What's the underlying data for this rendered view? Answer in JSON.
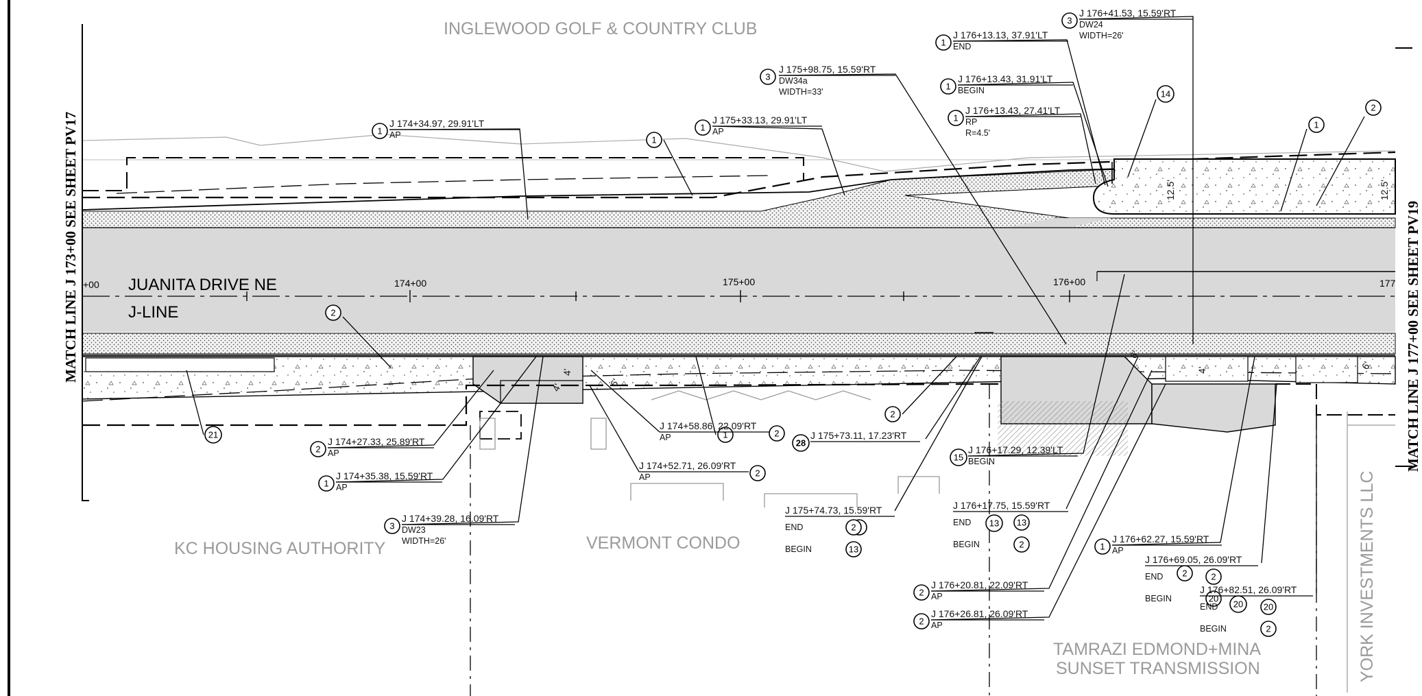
{
  "properties": {
    "north": "INGLEWOOD GOLF & COUNTRY  CLUB",
    "kc_housing": "KC HOUSING AUTHORITY",
    "vermont": "VERMONT CONDO",
    "tamrazi_1": "TAMRAZI EDMOND+MINA",
    "tamrazi_2": "SUNSET TRANSMISSION",
    "york": "YORK INVESTMENTS LLC"
  },
  "match_lines": {
    "left": "MATCH LINE J  173+00 SEE SHEET PV17",
    "right": "MATCH LINE J 177+00 SEE SHEET PV19"
  },
  "road": {
    "name": "JUANITA DRIVE NE",
    "alignment": "J-LINE",
    "stations": [
      "+00",
      "174+00",
      "175+00",
      "176+00",
      "177"
    ]
  },
  "widths": {
    "w_125a": "12.5'",
    "w_125b": "12.5'",
    "w_4a": "4'",
    "w_4b": "4'",
    "w_6a": "6'",
    "w_6b": "6'",
    "w_6c": "6'",
    "w_4c": "4'"
  },
  "callouts": [
    {
      "n": "1",
      "line1": "J  174+34.97,  29.91'LT",
      "sub": [
        "AP"
      ]
    },
    {
      "n": "1",
      "line1": ""
    },
    {
      "n": "1",
      "line1": "J  175+33.13,  29.91'LT",
      "sub": [
        "AP"
      ]
    },
    {
      "n": "3",
      "line1": "J  175+98.75,  15.59'RT",
      "sub": [
        "DW34a",
        "WIDTH=33'"
      ]
    },
    {
      "n": "1",
      "line1": "J  176+13.13,  37.91'LT",
      "sub": [
        "END"
      ]
    },
    {
      "n": "3",
      "line1": "J  176+41.53,  15.59'RT",
      "sub": [
        "DW24",
        "WIDTH=26'"
      ]
    },
    {
      "n": "1",
      "line1": "J  176+13.43,  31.91'LT",
      "sub": [
        "BEGIN"
      ]
    },
    {
      "n": "1",
      "line1": "J  176+13.43,  27.41'LT",
      "sub": [
        "RP",
        "R=4.5'"
      ]
    },
    {
      "n": "14",
      "line1": ""
    },
    {
      "n": "1",
      "line1": ""
    },
    {
      "n": "2",
      "line1": ""
    },
    {
      "n": "2",
      "line1": ""
    },
    {
      "n": "21",
      "line1": ""
    },
    {
      "n": "2",
      "line1": "J  174+27.33,  25.89'RT",
      "sub": [
        "AP"
      ]
    },
    {
      "n": "1",
      "line1": "J  174+35.38,  15.59'RT",
      "sub": [
        "AP"
      ]
    },
    {
      "n": "3",
      "line1": "J  174+39.28,  16.09'RT",
      "sub": [
        "DW23",
        "WIDTH=26'"
      ]
    },
    {
      "n": "1",
      "line1": ""
    },
    {
      "n": "2",
      "line1": "J  174+58.86,  22.09'RT",
      "sub": [
        "AP"
      ]
    },
    {
      "n": "2",
      "line1": "J  174+52.71,  26.09'RT",
      "sub": [
        "AP"
      ]
    },
    {
      "n": "28",
      "line1": "J  175+73.11,  17.23'RT"
    },
    {
      "n": "2",
      "line1": ""
    },
    {
      "n": "15",
      "line1": "J  176+17.29,  12.39'LT",
      "sub": [
        "BEGIN"
      ]
    },
    {
      "n": "2",
      "line1": "J  175+74.73,  15.59'RT",
      "sub": [
        "END",
        "BEGIN"
      ],
      "sub_n": [
        "2",
        "13"
      ]
    },
    {
      "n": "13",
      "line1": "J  176+17.75,  15.59'RT",
      "sub": [
        "END",
        "BEGIN"
      ],
      "sub_n": [
        "13",
        "2"
      ]
    },
    {
      "n": "1",
      "line1": "J  176+62.27,  15.59'RT",
      "sub": [
        "AP"
      ]
    },
    {
      "n": "2",
      "line1": "J  176+69.05,  26.09'RT",
      "sub": [
        "END",
        "BEGIN"
      ],
      "sub_n": [
        "2",
        "20"
      ]
    },
    {
      "n": "20",
      "line1": "J  176+82.51,  26.09'RT",
      "sub": [
        "END",
        "BEGIN"
      ],
      "sub_n": [
        "20",
        "2"
      ]
    },
    {
      "n": "2",
      "line1": "J  176+20.81,  22.09'RT",
      "sub": [
        "AP"
      ]
    },
    {
      "n": "2",
      "line1": "J  176+26.81,  26.09'RT",
      "sub": [
        "AP"
      ]
    }
  ],
  "colors": {
    "pavement": "#d9d9d9",
    "linework": "#000000",
    "property_text": "#9a9a9a"
  }
}
